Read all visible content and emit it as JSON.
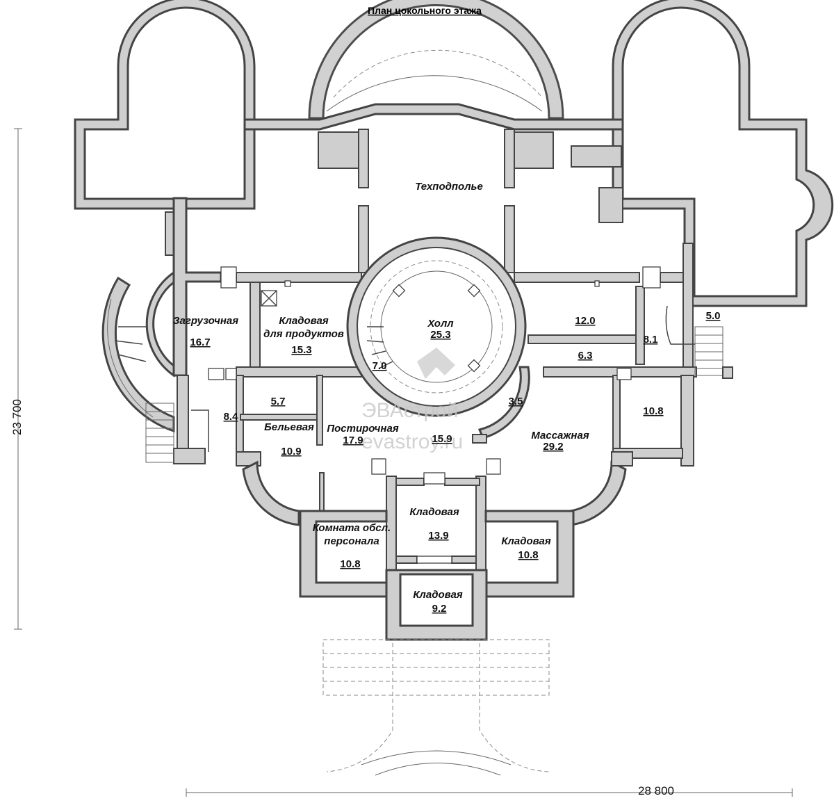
{
  "title": "План цокольного этажа",
  "dimensions": {
    "height": "23 700",
    "width": "28 800"
  },
  "watermark": {
    "brand": "ЭВАстрой",
    "site": "evastroy.ru"
  },
  "rooms": {
    "techpodpole": {
      "name": "Техподполье"
    },
    "zagruzochnaya": {
      "name": "Загрузочная",
      "area": "16.7"
    },
    "kladovaya_prod": {
      "name1": "Кладовая",
      "name2": "для продуктов",
      "area": "15.3"
    },
    "holl": {
      "name": "Холл",
      "area": "25.3"
    },
    "room_12": {
      "area": "12.0"
    },
    "room_8_1": {
      "area": "8.1"
    },
    "room_6_3": {
      "area": "6.3"
    },
    "room_5_0": {
      "area": "5.0"
    },
    "room_7_0": {
      "area": "7.0"
    },
    "room_5_7": {
      "area": "5.7"
    },
    "room_8_4": {
      "area": "8.4"
    },
    "belevaya": {
      "name": "Бельевая",
      "area": "10.9"
    },
    "postirochnaya": {
      "name": "Постирочная",
      "area": "17.9"
    },
    "room_15_9": {
      "area": "15.9"
    },
    "room_3_5": {
      "area": "3.5"
    },
    "massazhnaya": {
      "name": "Массажная",
      "area": "29.2"
    },
    "room_10_8_right": {
      "area": "10.8"
    },
    "komnata_pers": {
      "name1": "Комната обсл.",
      "name2": "персонала",
      "area": "10.8"
    },
    "kladovaya_13_9": {
      "name": "Кладовая",
      "area": "13.9"
    },
    "kladovaya_10_8": {
      "name": "Кладовая",
      "area": "10.8"
    },
    "kladovaya_9_2": {
      "name": "Кладовая",
      "area": "9.2"
    }
  }
}
